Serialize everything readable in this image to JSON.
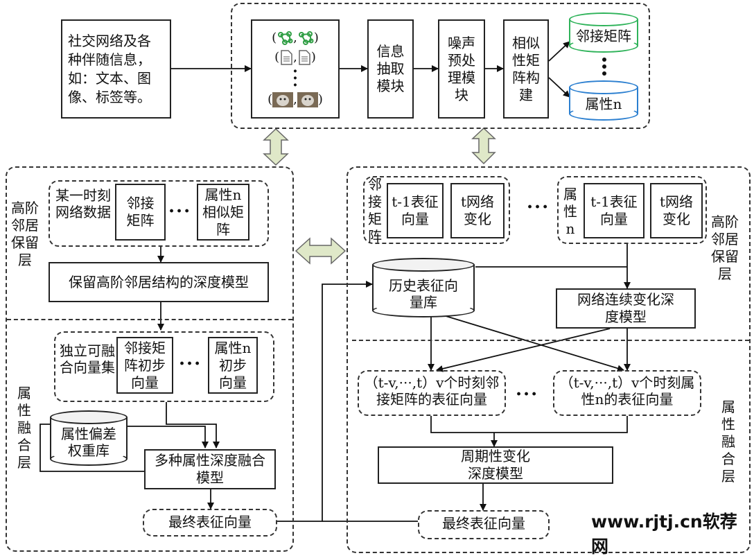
{
  "top": {
    "source_text": "社交网络及各种伴随信息，如：文本、图像、标签等。",
    "modules": [
      "信息抽取模块",
      "噪声预处理模块",
      "相似性矩阵构建"
    ],
    "db_top": "邻接矩阵",
    "db_bottom": "属性n"
  },
  "left": {
    "layer_top": "高阶邻居保留层",
    "layer_bottom": "属性融合层",
    "snapshot": "某一时刻网络数据",
    "adj": "邻接矩阵",
    "attr_sim": "属性n相似矩阵",
    "deep_model": "保留高阶邻居结构的深度模型",
    "fusion_set": "独立可融合向量集",
    "adj_init": "邻接矩阵初步向量",
    "attr_init": "属性n初步向量",
    "bias_db": "属性偏差权重库",
    "fusion_model": "多种属性深度融合模型",
    "final": "最终表征向量"
  },
  "right": {
    "layer_top": "高阶邻居保留层",
    "layer_bottom": "属性融合层",
    "adj_vert": "邻接矩阵",
    "attr_vert": "属性n",
    "prev_vec": "t-1表征向量",
    "net_change": "t网络变化",
    "history_db": "历史表征向量库",
    "cont_model": "网络连续变化深度模型",
    "adj_window": "（t-v,···,t）v个时刻邻接矩阵的表征向量",
    "attr_window": "（t-v,···,t）v个时刻属性n的表征向量",
    "period_model": "周期性变化深度模型",
    "final": "最终表征向量"
  },
  "ellipsis": "···",
  "watermark": "www.rjtj.cn软荐网",
  "colors": {
    "db_top_border": "#2fb35a",
    "db_bottom_border": "#2b7fd0",
    "double_arrow_fill": "#dfe8c8",
    "line": "#111111"
  },
  "icons": [
    "network-graph-icon",
    "document-icon",
    "animal-image-icon"
  ]
}
